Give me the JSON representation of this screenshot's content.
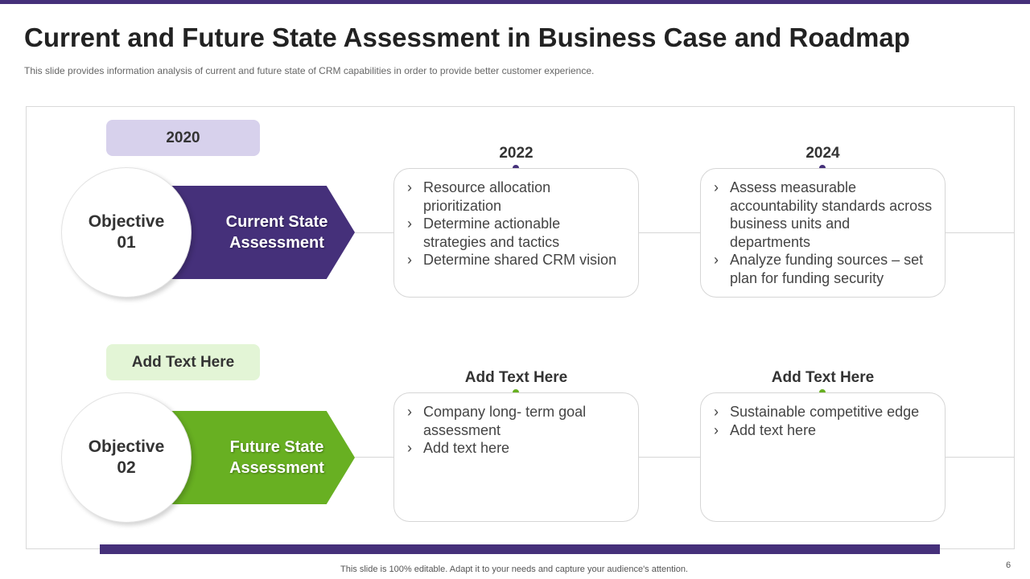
{
  "slide": {
    "title": "Current and Future State Assessment in Business Case and Roadmap",
    "subtitle": "This slide provides information analysis of current and future state of CRM capabilities in order to provide better customer experience.",
    "footer": "This slide is 100% editable. Adapt it to your needs and capture your audience's attention.",
    "page_number": "6"
  },
  "colors": {
    "purple": "#45307a",
    "green": "#68b022",
    "lavender": "#d7d1ec",
    "light_green": "#e3f5d6"
  },
  "rows": [
    {
      "label": "2020",
      "objective": "Objective\n01",
      "assessment": "Current State\nAssessment",
      "columns": [
        {
          "heading": "2022",
          "bullets": [
            "Resource allocation prioritization",
            "Determine actionable strategies and tactics",
            "Determine shared CRM vision"
          ]
        },
        {
          "heading": "2024",
          "bullets": [
            "Assess measurable accountability standards across business units and departments",
            "Analyze funding sources – set plan for funding security"
          ]
        }
      ]
    },
    {
      "label": "Add Text Here",
      "objective": "Objective\n02",
      "assessment": "Future State\nAssessment",
      "columns": [
        {
          "heading": "Add Text Here",
          "bullets": [
            "Company long- term goal assessment",
            "Add text here"
          ]
        },
        {
          "heading": "Add Text Here",
          "bullets": [
            "Sustainable competitive edge",
            "Add text here"
          ]
        }
      ]
    }
  ]
}
